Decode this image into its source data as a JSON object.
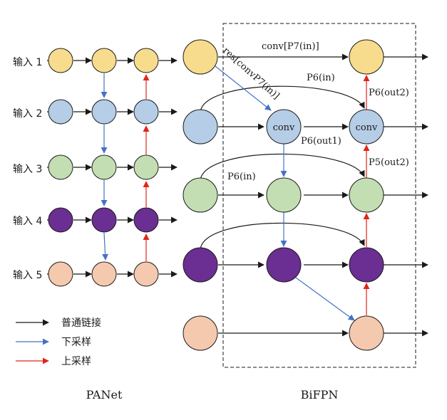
{
  "colors": {
    "yellow": "#F7DC8E",
    "blue": "#B5CDE6",
    "green": "#C4DEB3",
    "purple": "#6B2E93",
    "peach": "#F5C9AE",
    "arrow_normal": "#1a1a1a",
    "arrow_down": "#4472C4",
    "arrow_up": "#E0251B"
  },
  "input_labels": [
    "输入 1",
    "输入 2",
    "输入 3",
    "输入 4",
    "输入 5"
  ],
  "legend": {
    "normal": "普通链接",
    "down": "下采样",
    "up": "上采样"
  },
  "titles": {
    "panet": "PANet",
    "bifpn": "BiFPN"
  },
  "annotations": {
    "conv_p7_in": "conv[P7(in)]",
    "res_conv": "res[convP7(in)]",
    "p6_in_top": "P6(in)",
    "p6_out2": "P6(out2)",
    "p6_out1": "P6(out1)",
    "p5_out2": "P5(out2)",
    "p6_in_mid": "P6(in)"
  },
  "node_labels": {
    "conv_mid": "conv",
    "conv_right": "conv"
  }
}
